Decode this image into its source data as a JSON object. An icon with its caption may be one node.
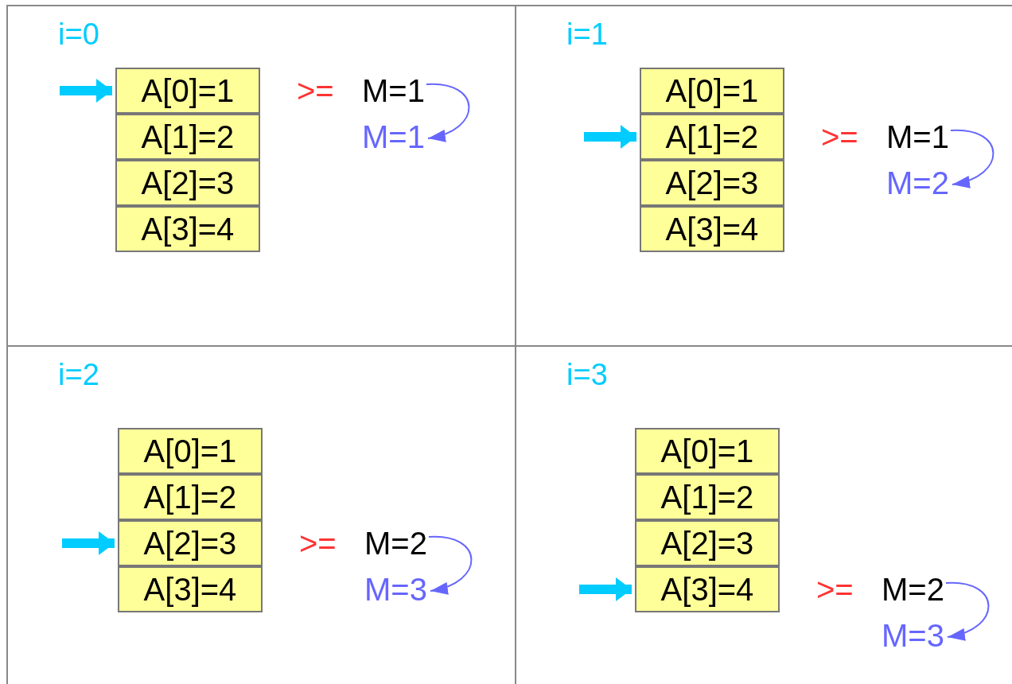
{
  "diagram": {
    "nodes": [
      {
        "text": [
          "i=0"
        ]
      },
      {
        "text": [
          "A[0]=1"
        ],
        "in": 0
      },
      {
        "text": [
          "A[1]=2"
        ],
        "in": 0
      },
      {
        "text": [
          "A[2]=3"
        ],
        "in": 0
      },
      {
        "text": [
          "A[3]=4"
        ],
        "in": 0
      },
      {
        "text": [
          "M=1"
        ],
        "in": 0
      },
      {
        "text": [
          "M=1"
        ],
        "in": 0
      },
      {
        "text": [
          "i=1"
        ]
      },
      {
        "text": [
          "A[0]=1"
        ],
        "in": 7
      },
      {
        "text": [
          "A[1]=2"
        ],
        "in": 7
      },
      {
        "text": [
          "A[2]=3"
        ],
        "in": 7
      },
      {
        "text": [
          "A[3]=4"
        ],
        "in": 7
      },
      {
        "text": [
          "M=1"
        ],
        "in": 7
      },
      {
        "text": [
          "M=2"
        ],
        "in": 7
      },
      {
        "text": [
          "i=2"
        ]
      },
      {
        "text": [
          "A[0]=1"
        ],
        "in": 14
      },
      {
        "text": [
          "A[1]=2"
        ],
        "in": 14
      },
      {
        "text": [
          "A[2]=3"
        ],
        "in": 14
      },
      {
        "text": [
          "A[3]=4"
        ],
        "in": 14
      },
      {
        "text": [
          "M=2"
        ],
        "in": 14
      },
      {
        "text": [
          "M=3"
        ],
        "in": 14
      },
      {
        "text": [
          "i=3"
        ]
      },
      {
        "text": [
          "A[0]=1"
        ],
        "in": 21
      },
      {
        "text": [
          "A[1]=2"
        ],
        "in": 21
      },
      {
        "text": [
          "A[2]=3"
        ],
        "in": 21
      },
      {
        "text": [
          "A[3]=4"
        ],
        "in": 21
      },
      {
        "text": [
          "M=2"
        ],
        "in": 21
      },
      {
        "text": [
          "M=3"
        ],
        "in": 21
      }
    ],
    "edges": [
      {
        "from": null,
        "to": 1,
        "arrow": "to",
        "style": "thick",
        "color": "#00ccff"
      },
      {
        "from": 5,
        "to": 6,
        "arrow": "to",
        "color": "#6666ff"
      },
      {
        "from": null,
        "to": 9,
        "arrow": "to",
        "style": "thick",
        "color": "#00ccff"
      },
      {
        "from": 12,
        "to": 13,
        "arrow": "to",
        "color": "#6666ff"
      },
      {
        "from": null,
        "to": 17,
        "arrow": "to",
        "style": "thick",
        "color": "#00ccff"
      },
      {
        "from": 19,
        "to": 20,
        "arrow": "to",
        "color": "#6666ff"
      },
      {
        "from": null,
        "to": 25,
        "arrow": "to",
        "style": "thick",
        "color": "#00ccff"
      },
      {
        "from": 26,
        "to": 27,
        "arrow": "to",
        "color": "#6666ff"
      }
    ],
    "labels": [
      ">=",
      ">=",
      ">=",
      ">="
    ]
  }
}
